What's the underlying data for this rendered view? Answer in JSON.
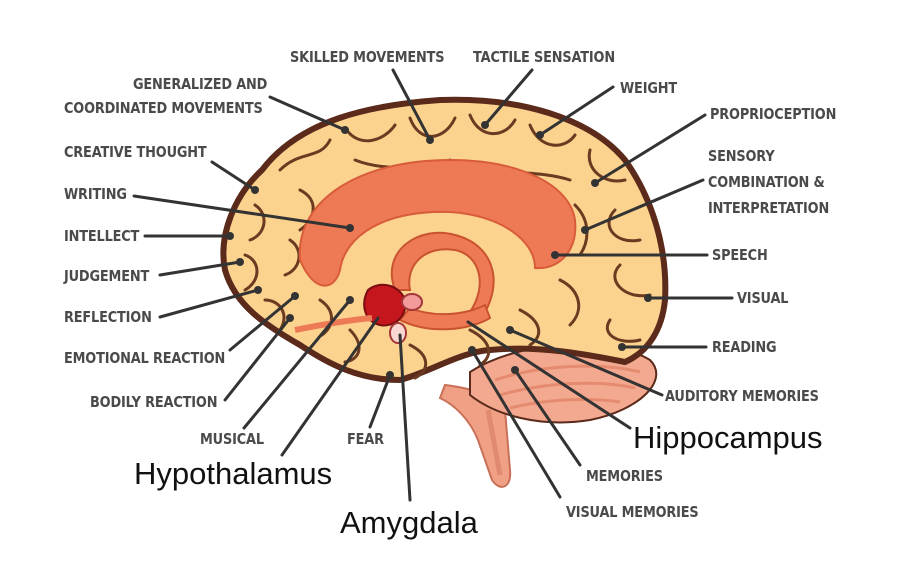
{
  "labels": {
    "skilled_movements": "SKILLED MOVEMENTS",
    "tactile_sensation": "TACTILE SENSATION",
    "generalized_1": "GENERALIZED AND",
    "generalized_2": "COORDINATED MOVEMENTS",
    "weight": "WEIGHT",
    "proprioception": "PROPRIOCEPTION",
    "creative_thought": "CREATIVE THOUGHT",
    "sensory_1": "SENSORY",
    "sensory_2": "COMBINATION &",
    "sensory_3": "INTERPRETATION",
    "writing": "WRITING",
    "intellect": "INTELLECT",
    "speech": "SPEECH",
    "judgement": "JUDGEMENT",
    "visual": "VISUAL",
    "reflection": "REFLECTION",
    "reading": "READING",
    "emotional_reaction": "EMOTIONAL REACTION",
    "auditory_memories": "AUDITORY MEMORIES",
    "bodily_reaction": "BODILY REACTION",
    "musical": "MUSICAL",
    "fear": "FEAR",
    "memories": "MEMORIES",
    "visual_memories": "VISUAL MEMORIES"
  },
  "structures": {
    "hippocampus": "Hippocampus",
    "hypothalamus": "Hypothalamus",
    "amygdala": "Amygdala"
  },
  "colors": {
    "cortex": "#fbd38f",
    "outline": "#5b2a1a",
    "limbic": "#ee7a55",
    "deep_red": "#c4161c",
    "brainstem": "#f0a084",
    "leader": "#333333",
    "label_text": "#4a4a4a"
  }
}
